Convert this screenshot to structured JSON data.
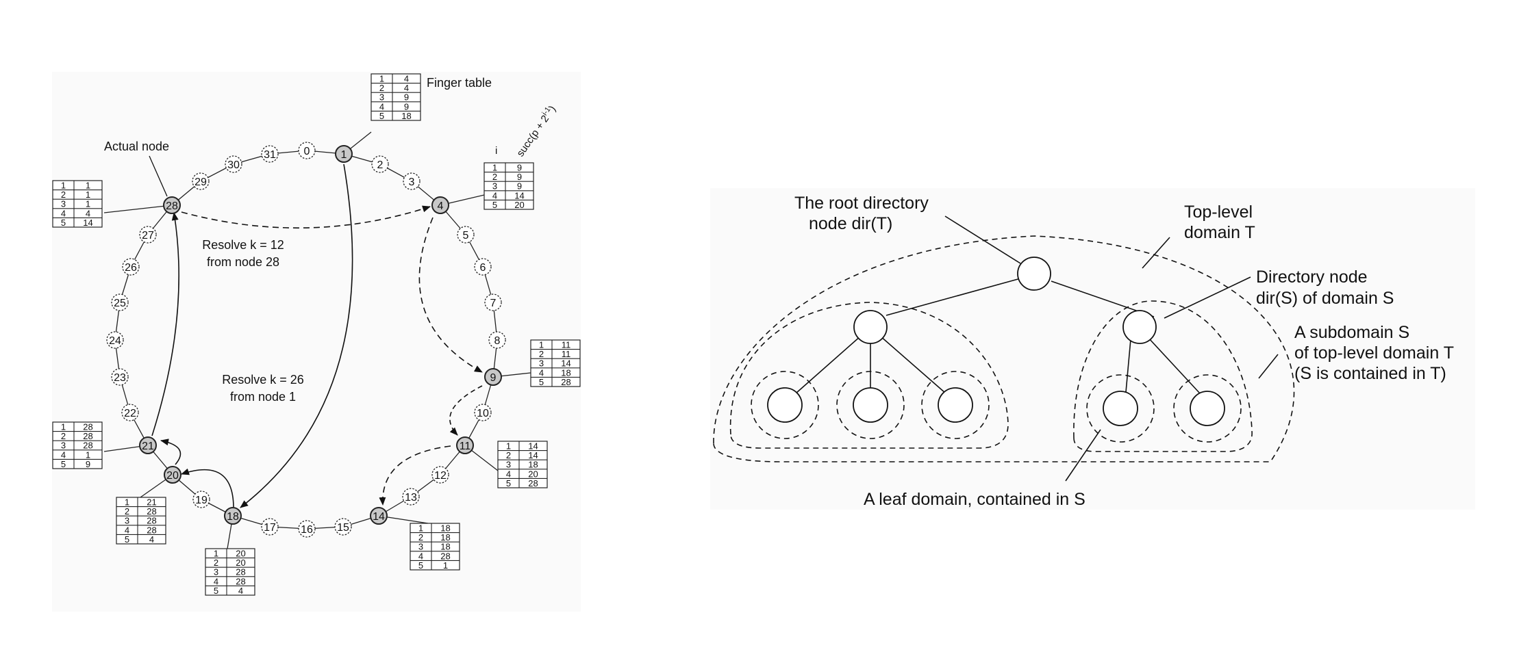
{
  "chord": {
    "ring_ids": [
      "0",
      "1",
      "2",
      "3",
      "4",
      "5",
      "6",
      "7",
      "8",
      "9",
      "10",
      "11",
      "12",
      "13",
      "14",
      "15",
      "16",
      "17",
      "18",
      "19",
      "20",
      "21",
      "22",
      "23",
      "24",
      "25",
      "26",
      "27",
      "28",
      "29",
      "30",
      "31"
    ],
    "actual_nodes": [
      "1",
      "4",
      "9",
      "11",
      "14",
      "18",
      "20",
      "21",
      "28"
    ],
    "labels": {
      "finger_table": "Finger table",
      "actual_node": "Actual node",
      "col_i": "i",
      "col_succ": "succ(p + 2",
      "col_succ_sup": "i-1",
      "col_succ_close": ")",
      "resolve12_line1": "Resolve k = 12",
      "resolve12_line2": "from node 28",
      "resolve26_line1": "Resolve k = 26",
      "resolve26_line2": "from node 1"
    },
    "finger_tables": {
      "n1": [
        [
          "1",
          "4"
        ],
        [
          "2",
          "4"
        ],
        [
          "3",
          "9"
        ],
        [
          "4",
          "9"
        ],
        [
          "5",
          "18"
        ]
      ],
      "n4": [
        [
          "1",
          "9"
        ],
        [
          "2",
          "9"
        ],
        [
          "3",
          "9"
        ],
        [
          "4",
          "14"
        ],
        [
          "5",
          "20"
        ]
      ],
      "n9": [
        [
          "1",
          "11"
        ],
        [
          "2",
          "11"
        ],
        [
          "3",
          "14"
        ],
        [
          "4",
          "18"
        ],
        [
          "5",
          "28"
        ]
      ],
      "n11": [
        [
          "1",
          "14"
        ],
        [
          "2",
          "14"
        ],
        [
          "3",
          "18"
        ],
        [
          "4",
          "20"
        ],
        [
          "5",
          "28"
        ]
      ],
      "n14": [
        [
          "1",
          "18"
        ],
        [
          "2",
          "18"
        ],
        [
          "3",
          "18"
        ],
        [
          "4",
          "28"
        ],
        [
          "5",
          "1"
        ]
      ],
      "n18": [
        [
          "1",
          "20"
        ],
        [
          "2",
          "20"
        ],
        [
          "3",
          "28"
        ],
        [
          "4",
          "28"
        ],
        [
          "5",
          "4"
        ]
      ],
      "n20": [
        [
          "1",
          "21"
        ],
        [
          "2",
          "28"
        ],
        [
          "3",
          "28"
        ],
        [
          "4",
          "28"
        ],
        [
          "5",
          "4"
        ]
      ],
      "n21": [
        [
          "1",
          "28"
        ],
        [
          "2",
          "28"
        ],
        [
          "3",
          "28"
        ],
        [
          "4",
          "1"
        ],
        [
          "5",
          "9"
        ]
      ],
      "n28": [
        [
          "1",
          "1"
        ],
        [
          "2",
          "1"
        ],
        [
          "3",
          "1"
        ],
        [
          "4",
          "4"
        ],
        [
          "5",
          "14"
        ]
      ]
    }
  },
  "dns": {
    "root_line1": "The root directory",
    "root_line2": "node dir(T)",
    "top_line1": "Top-level",
    "top_line2": "domain T",
    "dir_line1": "Directory node",
    "dir_line2": "dir(S) of domain S",
    "sub_line1": "A subdomain S",
    "sub_line2": "of top-level domain T",
    "sub_line3": "(S is contained in T)",
    "leaf": "A leaf domain, contained in S"
  }
}
